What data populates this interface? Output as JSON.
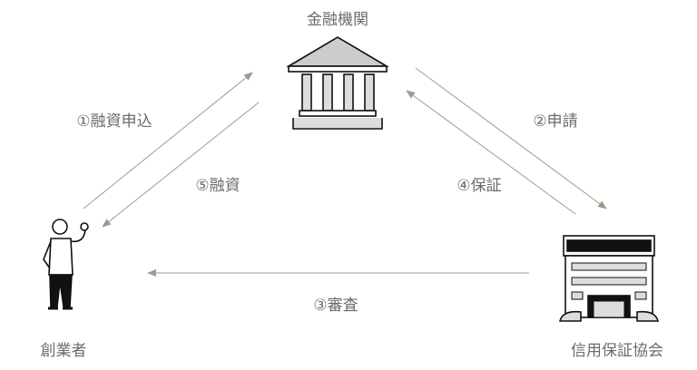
{
  "nodes": {
    "bank": "金融機関",
    "founder": "創業者",
    "guarantee": "信用保証協会"
  },
  "flows": {
    "step1": "①融資申込",
    "step2": "②申請",
    "step3": "③審査",
    "step4": "④保証",
    "step5": "⑤融資"
  },
  "colors": {
    "arrow": "#9c9c8c",
    "text": "#6b6b6b"
  }
}
